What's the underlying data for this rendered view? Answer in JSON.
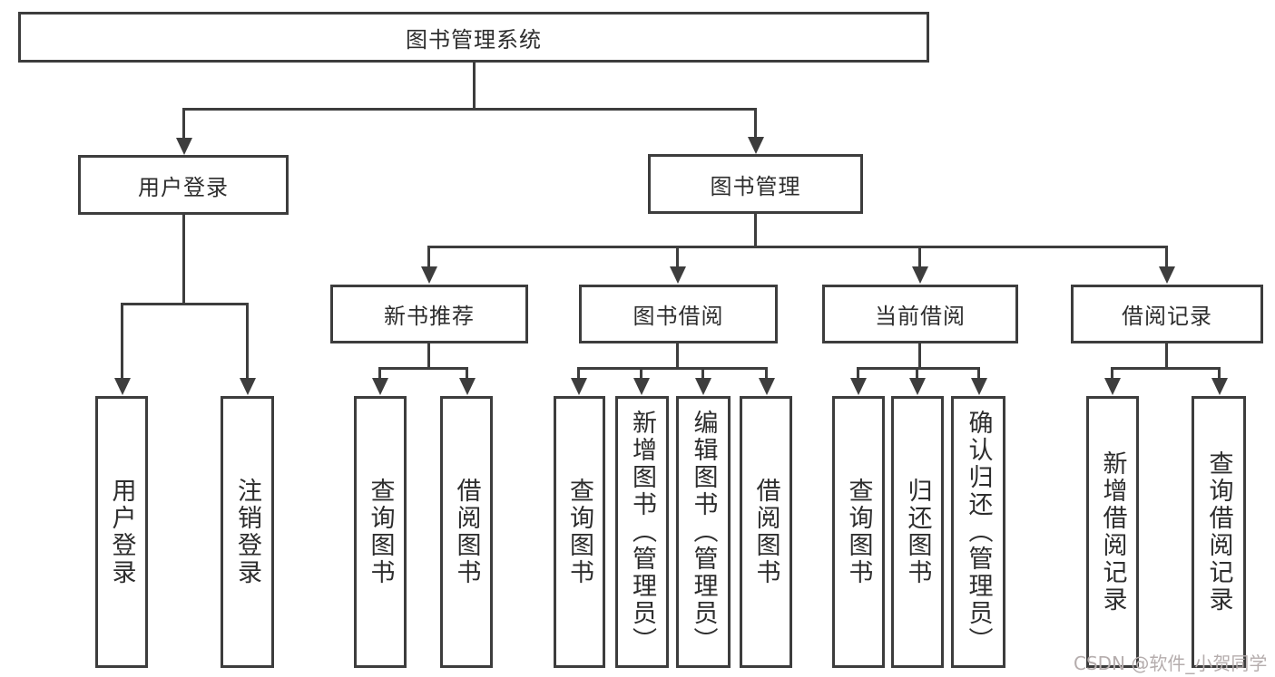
{
  "colors": {
    "line": "#3d3d3d",
    "text": "#2d2d2d",
    "watermark": "#b5adad",
    "background": "#ffffff"
  },
  "watermark": {
    "text": "CSDN @软件_小贺同学"
  },
  "tree": {
    "root": {
      "label": "图书管理系统"
    },
    "branches": [
      {
        "label": "用户登录",
        "children": [
          {
            "label": "用户登录"
          },
          {
            "label": "注销登录"
          }
        ]
      },
      {
        "label": "图书管理",
        "groups": [
          {
            "label": "新书推荐",
            "children": [
              {
                "label": "查询图书"
              },
              {
                "label": "借阅图书"
              }
            ]
          },
          {
            "label": "图书借阅",
            "children": [
              {
                "label": "查询图书"
              },
              {
                "label": "新增图书（管理员）"
              },
              {
                "label": "编辑图书（管理员）"
              },
              {
                "label": "借阅图书"
              }
            ]
          },
          {
            "label": "当前借阅",
            "children": [
              {
                "label": "查询图书"
              },
              {
                "label": "归还图书"
              },
              {
                "label": "确认归还（管理员）"
              }
            ]
          },
          {
            "label": "借阅记录",
            "children": [
              {
                "label": "新增借阅记录"
              },
              {
                "label": "查询借阅记录"
              }
            ]
          }
        ]
      }
    ]
  }
}
